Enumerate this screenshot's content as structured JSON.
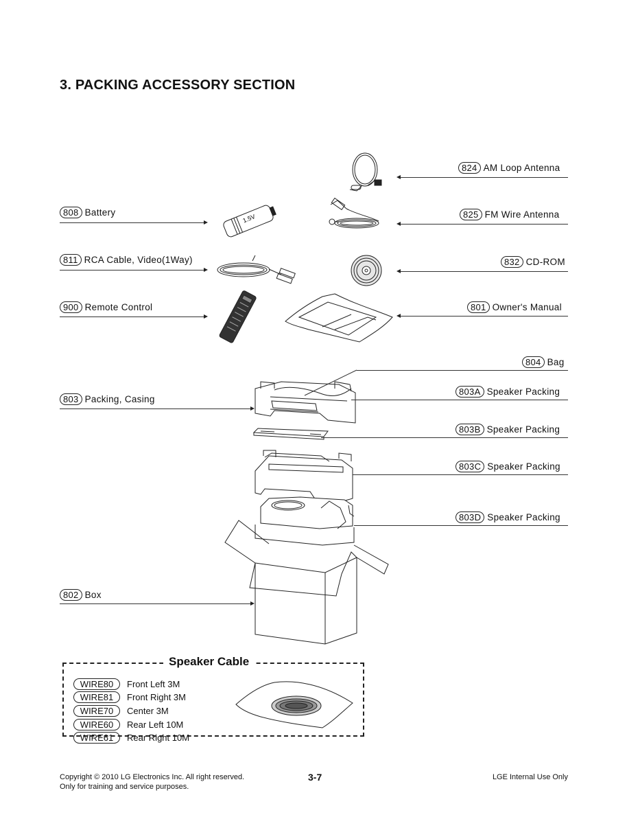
{
  "page": {
    "title": "3. PACKING ACCESSORY SECTION"
  },
  "parts": {
    "p824": {
      "num": "824",
      "label": "AM Loop Antenna"
    },
    "p808": {
      "num": "808",
      "label": "Battery"
    },
    "p825": {
      "num": "825",
      "label": "FM Wire Antenna"
    },
    "p811": {
      "num": "811",
      "label": "RCA Cable, Video(1Way)"
    },
    "p832": {
      "num": "832",
      "label": "CD-ROM"
    },
    "p900": {
      "num": "900",
      "label": "Remote Control"
    },
    "p801": {
      "num": "801",
      "label": "Owner's Manual"
    },
    "p804": {
      "num": "804",
      "label": "Bag"
    },
    "p803": {
      "num": "803",
      "label": "Packing, Casing"
    },
    "p803A": {
      "num": "803A",
      "label": "Speaker Packing"
    },
    "p803B": {
      "num": "803B",
      "label": "Speaker Packing"
    },
    "p803C": {
      "num": "803C",
      "label": "Speaker Packing"
    },
    "p803D": {
      "num": "803D",
      "label": "Speaker Packing"
    },
    "p802": {
      "num": "802",
      "label": "Box"
    }
  },
  "battery_marking": "1.5V",
  "speaker_cable": {
    "title": "Speaker Cable",
    "wires": [
      {
        "num": "WIRE80",
        "label": "Front Left 3M"
      },
      {
        "num": "WIRE81",
        "label": "Front Right 3M"
      },
      {
        "num": "WIRE70",
        "label": "Center 3M"
      },
      {
        "num": "WIRE60",
        "label": "Rear Left 10M"
      },
      {
        "num": "WIRE61",
        "label": "Rear Right 10M"
      }
    ]
  },
  "footer": {
    "copyright": "Copyright © 2010 LG Electronics Inc. All right reserved.",
    "training": "Only for training and service purposes.",
    "page_number": "3-7",
    "internal": "LGE Internal Use Only"
  }
}
